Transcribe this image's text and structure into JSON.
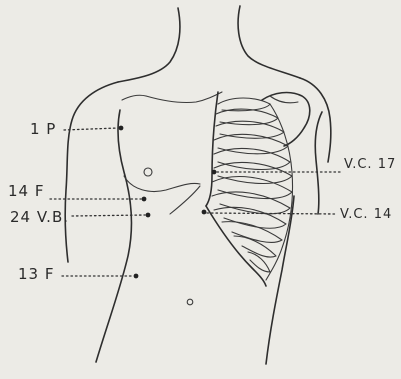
{
  "points": [
    {
      "id": "1p",
      "label": "1 P"
    },
    {
      "id": "14f",
      "label": "14 F"
    },
    {
      "id": "24vb",
      "label": "24 V.B."
    },
    {
      "id": "13f",
      "label": "13 F"
    },
    {
      "id": "vc17",
      "label": "V.C. 17"
    },
    {
      "id": "vc14",
      "label": "V.C. 14"
    }
  ],
  "colors": {
    "paper": "#ecebe6",
    "ink": "#2e2e2e"
  }
}
